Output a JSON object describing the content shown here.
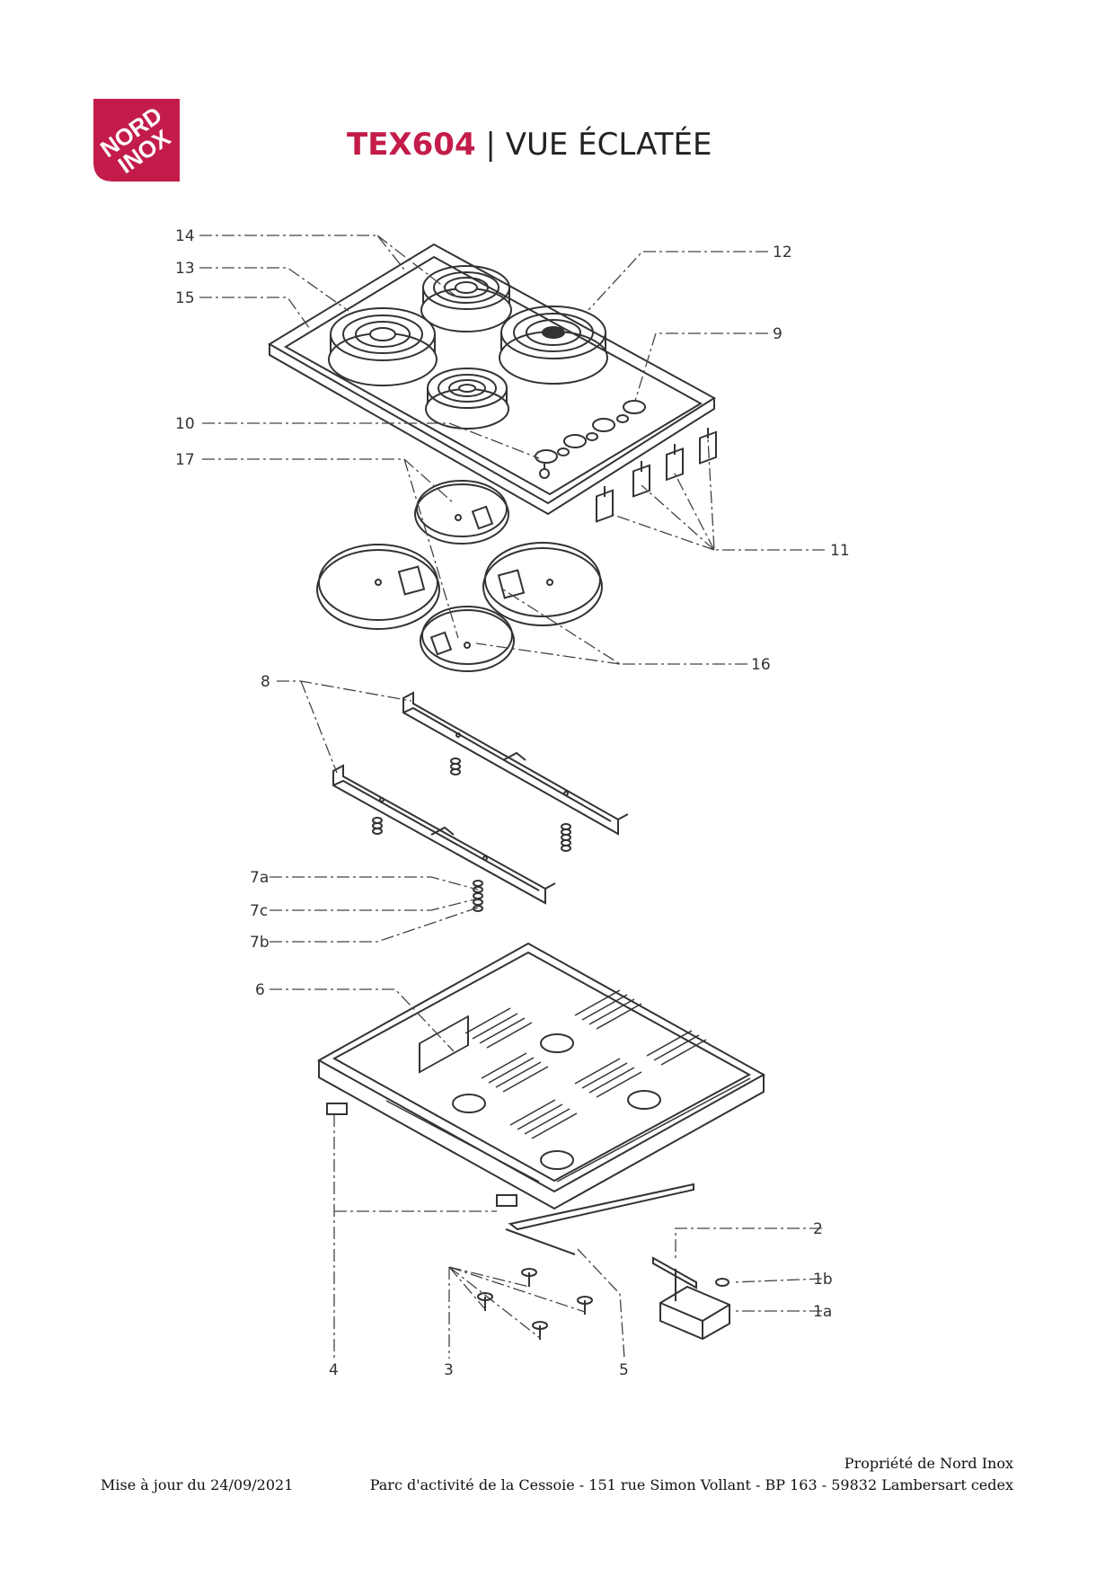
{
  "header": {
    "logo_text": "NORD INOX",
    "model": "TEX604",
    "separator": "|",
    "subtitle": "VUE ÉCLATÉE"
  },
  "colors": {
    "brand": "#c31c4a",
    "line": "#333333"
  },
  "diagram": {
    "callouts": {
      "c14": "14",
      "c13": "13",
      "c15": "15",
      "c12": "12",
      "c9": "9",
      "c10": "10",
      "c17": "17",
      "c11": "11",
      "c16": "16",
      "c8": "8",
      "c7a": "7a",
      "c7c": "7c",
      "c7b": "7b",
      "c6": "6",
      "c2": "2",
      "c1b": "1b",
      "c1a": "1a",
      "c4": "4",
      "c3": "3",
      "c5": "5"
    }
  },
  "footer": {
    "updated": "Mise à jour du 24/09/2021",
    "owner": "Propriété de Nord Inox",
    "address": "Parc d'activité de la Cessoie - 151 rue Simon Vollant - BP 163 - 59832 Lambersart cedex"
  }
}
